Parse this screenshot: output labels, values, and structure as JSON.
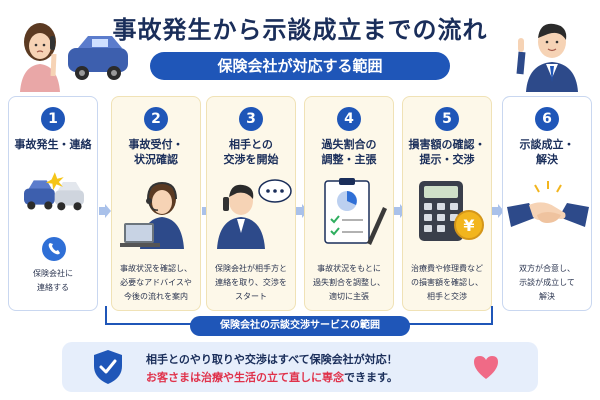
{
  "title": "事故発生から示談成立までの流れ",
  "subtitle": "保険会社が対応する範囲",
  "steps": [
    {
      "number": "1",
      "title_lines": [
        "事故発生・連絡"
      ],
      "desc_lines": [
        "保険会社に",
        "連絡する"
      ]
    },
    {
      "number": "2",
      "title_lines": [
        "事故受付・",
        "状況確認"
      ],
      "desc_lines": [
        "事故状況を確認し、",
        "必要なアドバイスや",
        "今後の流れを案内"
      ]
    },
    {
      "number": "3",
      "title_lines": [
        "相手との",
        "交渉を開始"
      ],
      "desc_lines": [
        "保険会社が相手方と",
        "連絡を取り、交渉を",
        "スタート"
      ]
    },
    {
      "number": "4",
      "title_lines": [
        "過失割合の",
        "調整・主張"
      ],
      "desc_lines": [
        "事故状況をもとに",
        "過失割合を調整し、",
        "適切に主張"
      ]
    },
    {
      "number": "5",
      "title_lines": [
        "損害額の確認・",
        "提示・交渉"
      ],
      "desc_lines": [
        "治療費や修理費など",
        "の損害額を確認し、",
        "相手と交渉"
      ]
    },
    {
      "number": "6",
      "title_lines": [
        "示談成立・",
        "解決"
      ],
      "desc_lines": [
        "双方が合意し、",
        "示談が成立して",
        "解決"
      ]
    }
  ],
  "scope_label": "保険会社の示談交渉サービスの範囲",
  "banner": {
    "line1": "相手とのやり取りや交渉はすべて保険会社が対応！",
    "line2_highlight": "お客さまは治療や生活の立て直しに専念",
    "line2_rest": "できます。"
  },
  "colors": {
    "primary": "#1f56b8",
    "title": "#1a2e5a",
    "highlight": "#e0324b",
    "mid_step_bg": "#fdf8e9",
    "banner_bg": "#e6eefb"
  },
  "icons": {
    "step1_main": "car-collision-icon",
    "step1_sub": "phone-icon",
    "step2": "call-center-operator-icon",
    "step3": "businessman-phone-icon",
    "step4": "pie-chart-report-icon",
    "step5": "calculator-yen-icon",
    "step6": "handshake-icon",
    "banner_left": "shield-check-icon",
    "banner_right": "heart-icon"
  }
}
